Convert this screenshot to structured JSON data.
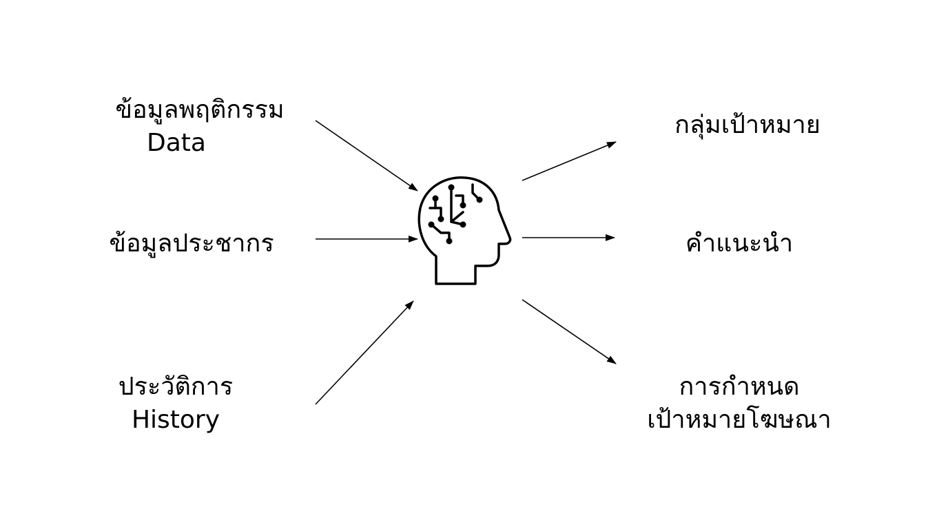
{
  "inputs": [
    {
      "line1": "ข้อมูลพฤติกรรม",
      "line2": "Data"
    },
    {
      "line1": "ข้อมูลประชากร"
    },
    {
      "line1": "ประวัติการ",
      "line2": "History"
    }
  ],
  "outputs": [
    {
      "line1": "กลุ่มเป้าหมาย"
    },
    {
      "line1": "คำแนะนำ"
    },
    {
      "line1": "การกำหนด",
      "line2": "เป้าหมายโฆษณา"
    }
  ],
  "center_icon": "brain-circuit-head-icon",
  "colors": {
    "ink": "#000000",
    "background": "#ffffff"
  }
}
